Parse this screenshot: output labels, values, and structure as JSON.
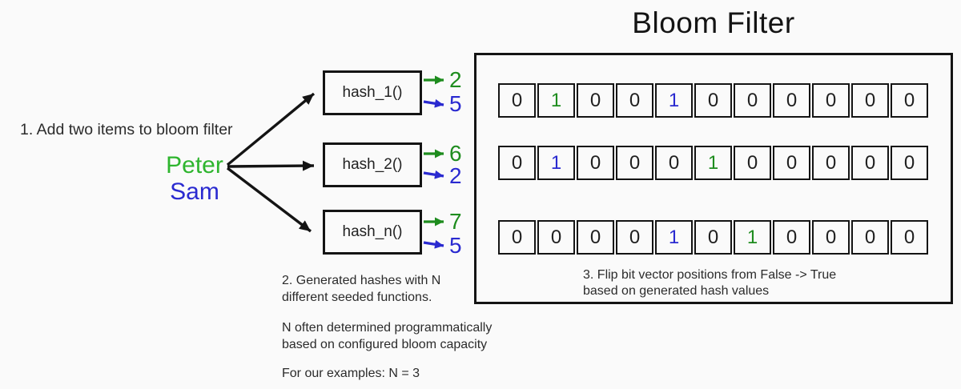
{
  "title": "Bloom Filter",
  "palette": {
    "background": "#fafafa",
    "text": "#1f1f1f",
    "line": "#141414",
    "black": "#1f1f1f",
    "green": "#1e8c1e",
    "blue": "#2a2ad0",
    "item_green": "#2eb52e"
  },
  "annotations": {
    "step1": "1. Add two items to bloom filter",
    "step2_line1": "2. Generated hashes with N",
    "step2_line2": "different seeded functions.",
    "note_line1": "N often determined programmatically",
    "note_line2": "based on configured bloom capacity",
    "examples": "For our examples: N = 3",
    "step3_line1": "3. Flip bit vector positions from False -> True",
    "step3_line2": "based on generated hash values"
  },
  "items": [
    {
      "name": "Peter",
      "color": "item_green"
    },
    {
      "name": "Sam",
      "color": "blue"
    }
  ],
  "hash_functions": [
    {
      "label": "hash_1()",
      "outputs": [
        {
          "value": "2",
          "color": "green"
        },
        {
          "value": "5",
          "color": "blue"
        }
      ]
    },
    {
      "label": "hash_2()",
      "outputs": [
        {
          "value": "6",
          "color": "green"
        },
        {
          "value": "2",
          "color": "blue"
        }
      ]
    },
    {
      "label": "hash_n()",
      "outputs": [
        {
          "value": "7",
          "color": "green"
        },
        {
          "value": "5",
          "color": "blue"
        }
      ]
    }
  ],
  "bit_vectors": [
    {
      "values": [
        "0",
        "1",
        "0",
        "0",
        "1",
        "0",
        "0",
        "0",
        "0",
        "0",
        "0"
      ],
      "colors": [
        "black",
        "green",
        "black",
        "black",
        "blue",
        "black",
        "black",
        "black",
        "black",
        "black",
        "black"
      ]
    },
    {
      "values": [
        "0",
        "1",
        "0",
        "0",
        "0",
        "1",
        "0",
        "0",
        "0",
        "0",
        "0"
      ],
      "colors": [
        "black",
        "blue",
        "black",
        "black",
        "black",
        "green",
        "black",
        "black",
        "black",
        "black",
        "black"
      ]
    },
    {
      "values": [
        "0",
        "0",
        "0",
        "0",
        "1",
        "0",
        "1",
        "0",
        "0",
        "0",
        "0"
      ],
      "colors": [
        "black",
        "black",
        "black",
        "black",
        "blue",
        "black",
        "green",
        "black",
        "black",
        "black",
        "black"
      ]
    }
  ]
}
